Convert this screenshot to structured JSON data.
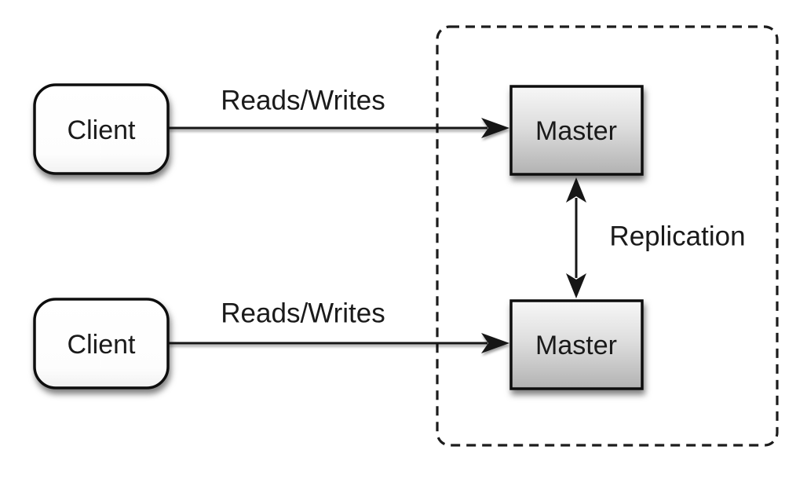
{
  "diagram": {
    "kind": "architecture-diagram",
    "topic": "master-master replication",
    "nodes": {
      "client_top": {
        "label": "Client",
        "type": "client",
        "shape": "rounded-rect"
      },
      "client_bottom": {
        "label": "Client",
        "type": "client",
        "shape": "rounded-rect"
      },
      "master_top": {
        "label": "Master",
        "type": "master",
        "shape": "rect"
      },
      "master_bottom": {
        "label": "Master",
        "type": "master",
        "shape": "rect"
      }
    },
    "edges": {
      "reads_writes_top": {
        "label": "Reads/Writes",
        "from": "client_top",
        "to": "master_top",
        "direction": "one-way"
      },
      "reads_writes_bottom": {
        "label": "Reads/Writes",
        "from": "client_bottom",
        "to": "master_bottom",
        "direction": "one-way"
      },
      "replication": {
        "label": "Replication",
        "from": "master_top",
        "to": "master_bottom",
        "direction": "two-way"
      }
    },
    "cluster": {
      "style": "dashed-rounded-rect",
      "contains": [
        "master_top",
        "master_bottom"
      ]
    },
    "colors": {
      "background": "#ffffff",
      "stroke": "#161616",
      "text": "#1a1a1a",
      "client_fill": "#ffffff",
      "master_fill_top": "#f6f6f6",
      "master_fill_bottom": "#b2b2b2",
      "shadow": "rgba(0,0,0,0.5)"
    }
  }
}
